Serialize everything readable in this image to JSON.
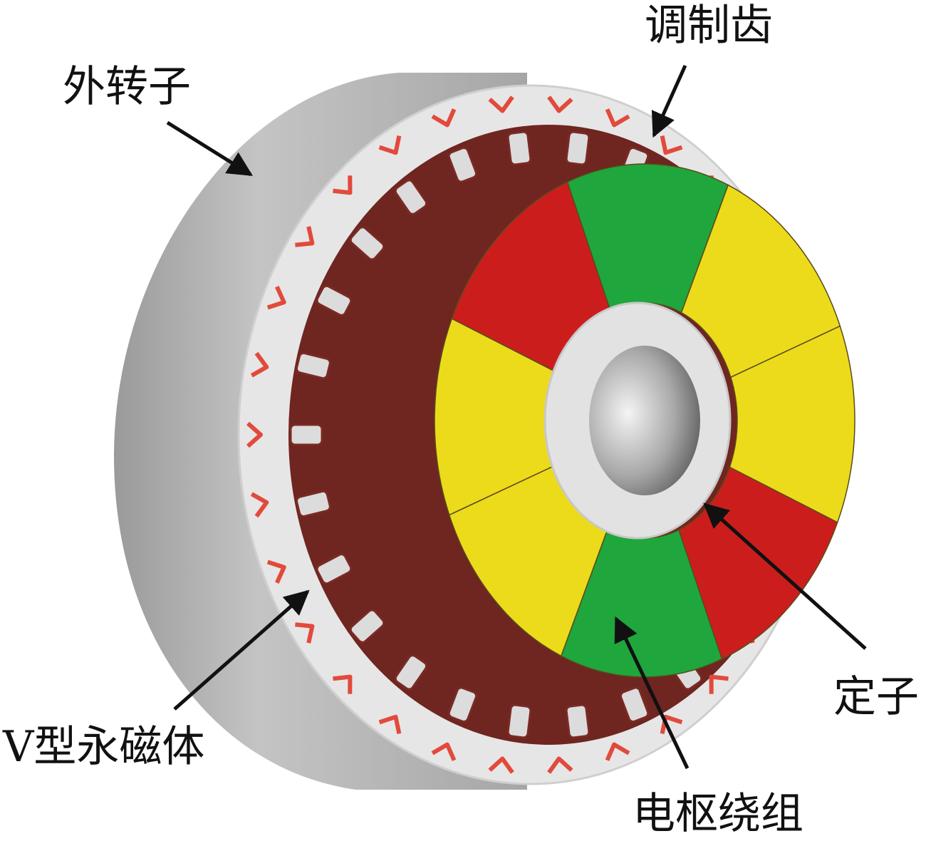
{
  "labels": {
    "outer_rotor": "外转子",
    "modulation_teeth": "调制齿",
    "v_magnet": "V型永磁体",
    "stator": "定子",
    "armature_winding": "电枢绕组"
  },
  "colors": {
    "housing": "#b8b8b8",
    "rotor_face": "#e6e6e6",
    "rotor_core": "#7a2a24",
    "magnet": "#e24a3c",
    "winding_green": "#1fa63c",
    "winding_yellow": "#ecdb1b",
    "winding_red": "#cc1d1d",
    "stator_ring": "#e0e0e0",
    "arrow": "#111111"
  },
  "winding_segments": [
    "green",
    "yellow",
    "yellow",
    "red",
    "green",
    "yellow",
    "yellow",
    "red"
  ]
}
